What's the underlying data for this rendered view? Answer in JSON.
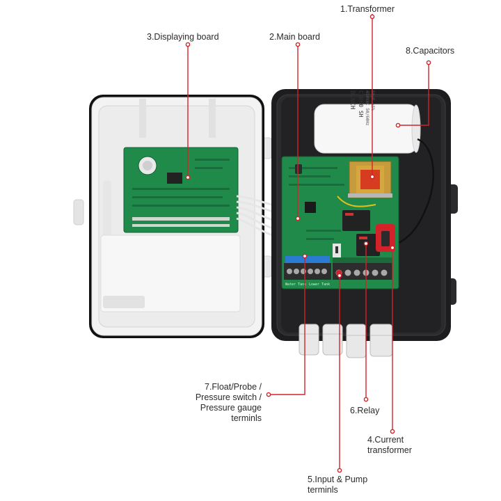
{
  "colors": {
    "leader_line": "#d2232a",
    "enclosure_black": "#2b2b2d",
    "lid_white": "#f1f1f1",
    "pcb_green": "#1f8a4a",
    "capacitor_white": "#f7f7f7"
  },
  "labels": {
    "transformer": "1.Transformer",
    "main_board": "2.Main board",
    "displaying_board": "3.Displaying board",
    "current_transformer_line1": "4.Current",
    "current_transformer_line2": "transformer",
    "input_pump_line1": "5.Input & Pump",
    "input_pump_line2": "terminls",
    "relay": "6.Relay",
    "float_line1": "7.Float/Probe /",
    "float_line2": "Pressure switch /",
    "float_line3": "Pressure gauge",
    "float_line4": "terminls",
    "capacitors": "8.Capacitors"
  },
  "capacitor_print": {
    "brand": "BLNCH",
    "model": "CBB60 SH",
    "rating_1": "450VAC 50/60Hz",
    "rating_2": "50μF ±5%"
  },
  "terminal_labels": {
    "water_tank": "Water Tank",
    "lower_tank": "Lower Tank"
  }
}
